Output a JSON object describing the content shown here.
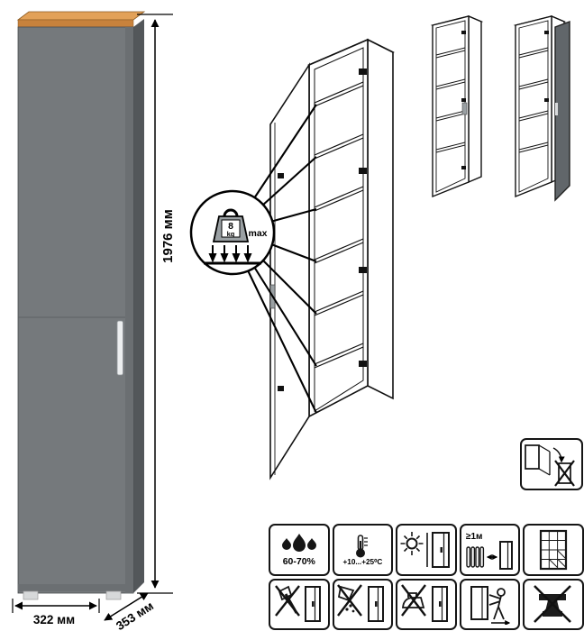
{
  "product": {
    "type": "tall narrow cabinet with one door",
    "colors": {
      "front_gray": "#75797c",
      "side_gray": "#53575a",
      "top_wood": "#e2a158",
      "wood_edge": "#c8823c",
      "handle": "#eceeef",
      "variant_door_gray": "#61666a"
    }
  },
  "dimensions": {
    "height": "1976 мм",
    "width": "322 мм",
    "depth": "353 мм"
  },
  "shelf_load": {
    "value": "8",
    "unit": "kg",
    "label": "max"
  },
  "conditions": {
    "humidity": "60-70%",
    "temperature": "+10...+25⁰C",
    "min_distance": "≥1м"
  },
  "pictograms": {
    "row1": [
      "humidity-60-70",
      "temperature-range",
      "keep-out-of-direct-sunlight",
      "keep-1m-from-heat-source",
      "ventilated-room"
    ],
    "row2": [
      "no-sharp-impacts",
      "no-liquids",
      "no-hot-objects",
      "carry-do-not-drag",
      "no-heavy-loads"
    ],
    "extra": [
      "door-mounting-removal"
    ]
  }
}
